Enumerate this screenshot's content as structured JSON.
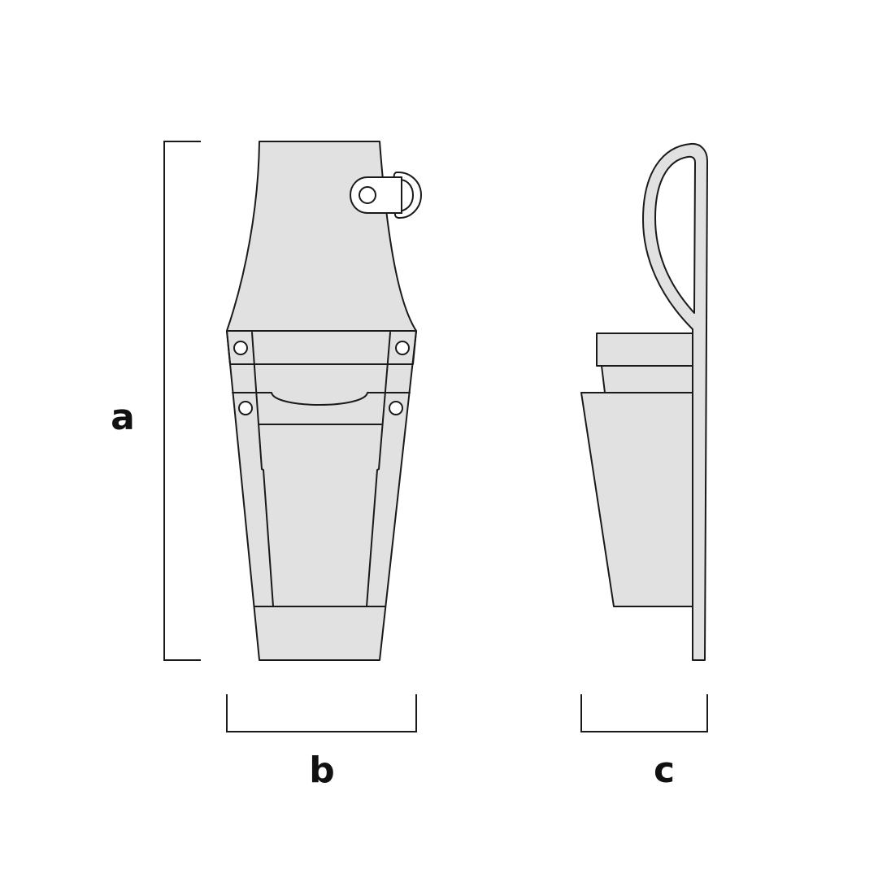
{
  "dimensions": {
    "a": "a",
    "b": "b",
    "c": "c"
  },
  "colors": {
    "fill": "#e1e1e1",
    "stroke": "#1a1a1a",
    "background": "#ffffff"
  }
}
